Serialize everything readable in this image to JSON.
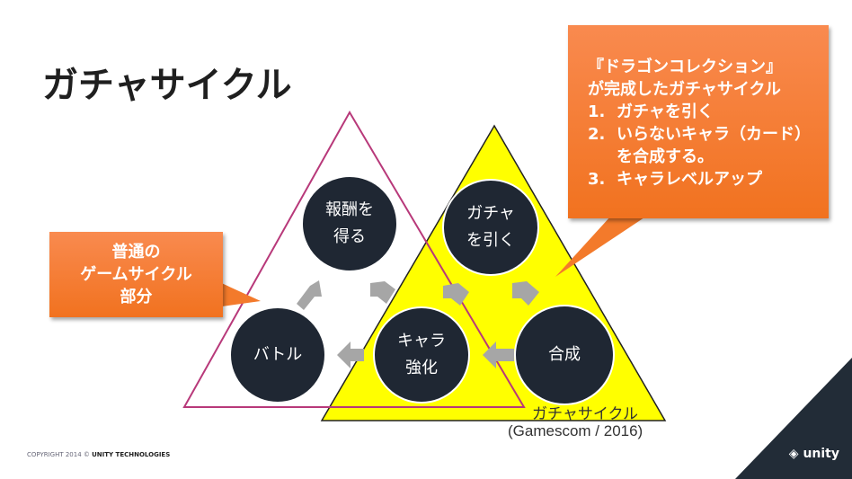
{
  "title": "ガチャサイクル",
  "left_callout": [
    "普通の",
    "ゲームサイクル",
    "部分"
  ],
  "right_callout": {
    "heading": [
      "『ドラゴンコレクション』",
      "が完成したガチャサイクル"
    ],
    "items": [
      {
        "num": "1.",
        "text": "ガチャを引く"
      },
      {
        "num": "2.",
        "text": "いらないキャラ（カード）を合成する。"
      },
      {
        "num": "3.",
        "text": "キャラレベルアップ"
      }
    ]
  },
  "nodes": {
    "reward": [
      "報酬を",
      "得る"
    ],
    "gacha": [
      "ガチャ",
      "を引く"
    ],
    "fusion": [
      "合成"
    ],
    "enhance": [
      "キャラ",
      "強化"
    ],
    "battle": [
      "バトル"
    ]
  },
  "caption": [
    "ガチャサイクル",
    "(Gamescom / 2016)"
  ],
  "copyright": {
    "prefix": "COPYRIGHT 2014 © ",
    "bold": "UNITY TECHNOLOGIES"
  },
  "logo": "unity",
  "colors": {
    "orange": "#f47b2a",
    "yellow": "#ffff00",
    "pink": "#b8397a",
    "node": "#1f2733",
    "arrow": "#a6a6a6"
  }
}
